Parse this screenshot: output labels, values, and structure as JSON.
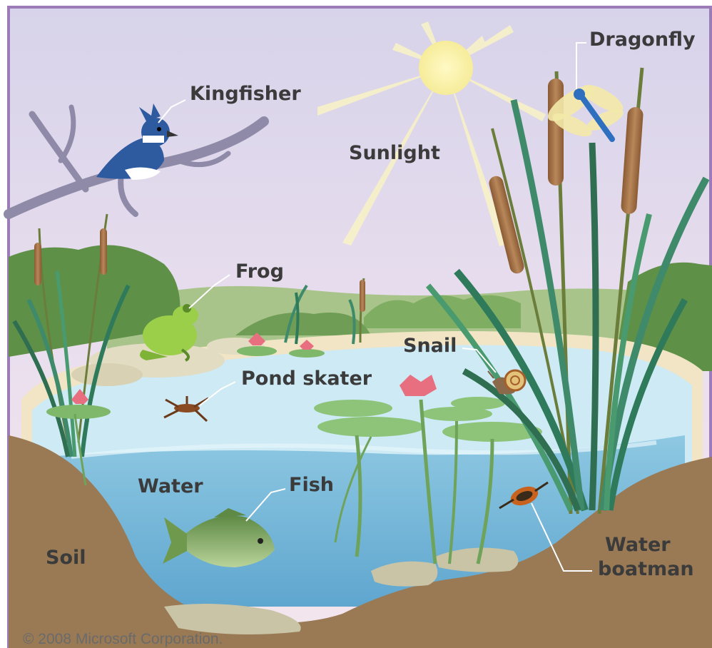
{
  "labels": {
    "kingfisher": "Kingfisher",
    "sunlight": "Sunlight",
    "dragonfly": "Dragonfly",
    "frog": "Frog",
    "snail": "Snail",
    "pond_skater": "Pond skater",
    "water": "Water",
    "fish": "Fish",
    "soil": "Soil",
    "water_boatman_line1": "Water",
    "water_boatman_line2": "boatman"
  },
  "copyright": "© 2008 Microsoft Corporation.",
  "colors": {
    "frame": "#9b7bb8",
    "sky": "#e6dcef",
    "soil": "#9a7a55",
    "water_surface": "#cfeaf4",
    "water_deep": "#6fb3d6",
    "hills": "#6f9d55",
    "reeds": "#3f8a6a",
    "label": "#3b3b3b"
  }
}
